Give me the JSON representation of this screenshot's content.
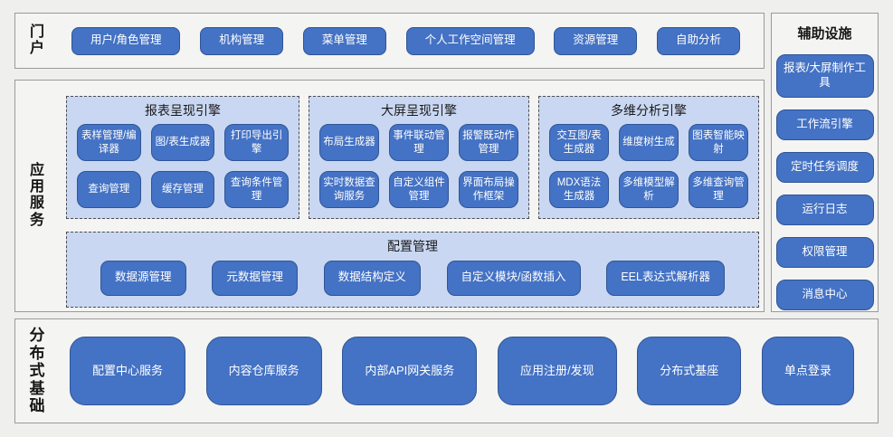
{
  "sections": {
    "portal": {
      "label": "门户",
      "buttons": [
        "用户/角色管理",
        "机构管理",
        "菜单管理",
        "个人工作空间管理",
        "资源管理",
        "自助分析"
      ]
    },
    "app_services": {
      "label": "应用服务",
      "panels": [
        {
          "title": "报表呈现引擎",
          "buttons": [
            "表样管理/编译器",
            "图/表生成器",
            "打印导出引擎",
            "查询管理",
            "缓存管理",
            "查询条件管理"
          ]
        },
        {
          "title": "大屏呈现引擎",
          "buttons": [
            "布局生成器",
            "事件联动管理",
            "报警既动作管理",
            "实时数据查询服务",
            "自定义组件管理",
            "界面布局操作框架"
          ]
        },
        {
          "title": "多维分析引擎",
          "buttons": [
            "交互图/表生成器",
            "维度树生成",
            "图表智能映射",
            "MDX语法生成器",
            "多维模型解析",
            "多维查询管理"
          ]
        }
      ],
      "config_panel": {
        "title": "配置管理",
        "buttons": [
          "数据源管理",
          "元数据管理",
          "数据结构定义",
          "自定义模块/函数插入",
          "EEL表达式解析器"
        ]
      }
    },
    "auxiliary": {
      "title": "辅助设施",
      "buttons": [
        "报表/大屏制作工具",
        "工作流引擎",
        "定时任务调度",
        "运行日志",
        "权限管理",
        "消息中心"
      ]
    },
    "distributed": {
      "label": "分布式基础",
      "buttons": [
        "配置中心服务",
        "内容仓库服务",
        "内部API网关服务",
        "应用注册/发现",
        "分布式基座",
        "单点登录"
      ]
    }
  },
  "colors": {
    "page_bg": "#efefee",
    "section_bg": "#f4f4f2",
    "section_border": "#9a9a9a",
    "panel_bg": "#c9d7f2",
    "panel_border": "#4d4d4d",
    "button_fill": "#4472c4",
    "button_border": "#2f5597",
    "button_text": "#ffffff"
  }
}
